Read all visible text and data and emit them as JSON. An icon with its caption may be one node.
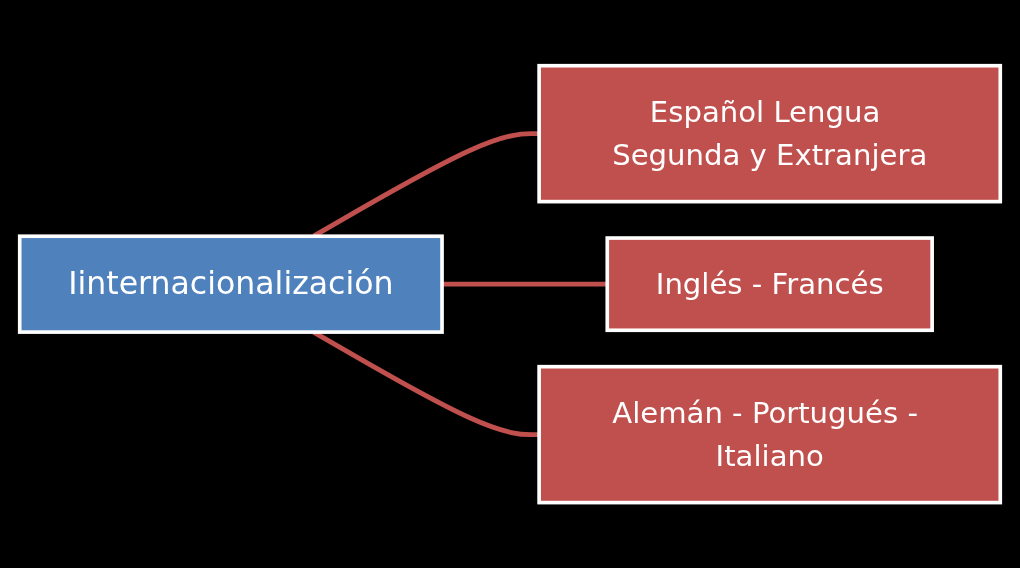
{
  "diagram": {
    "nodes": [
      {
        "text": [
          "Iinternacionalización"
        ]
      },
      {
        "text": [
          "Español Lengua Segunda y Extranjera"
        ]
      },
      {
        "text": [
          "Inglés - Francés"
        ]
      },
      {
        "text": [
          "Alemán - Portugués - Italiano"
        ]
      }
    ],
    "edges": [
      {
        "from": 0,
        "to": 1,
        "arrow": "none"
      },
      {
        "from": 0,
        "to": 2,
        "arrow": "none"
      },
      {
        "from": 0,
        "to": 3,
        "arrow": "none"
      }
    ]
  }
}
